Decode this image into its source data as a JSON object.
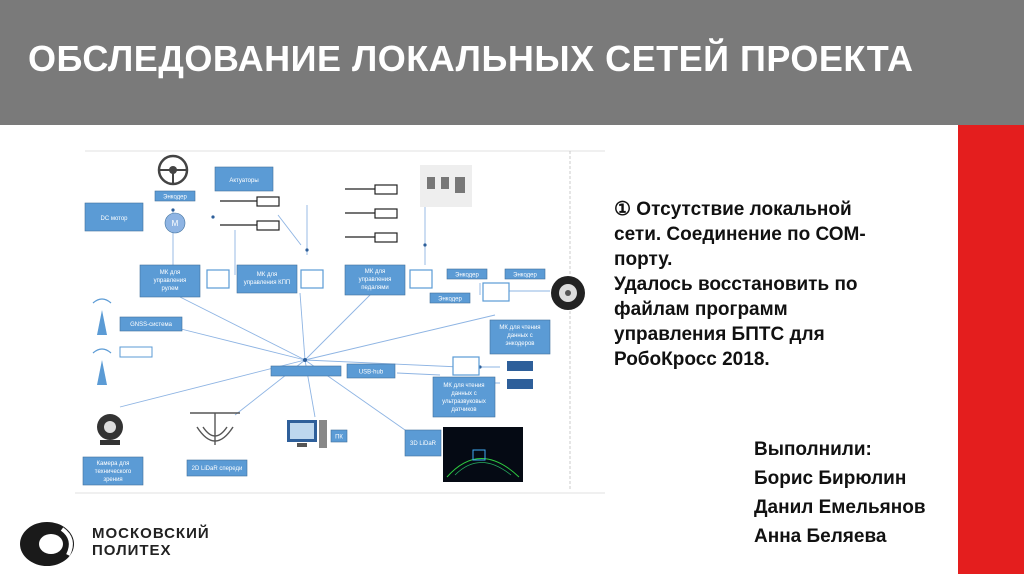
{
  "header": {
    "title": "ОБСЛЕДОВАНИЕ ЛОКАЛЬНЫХ СЕТЕЙ ПРОЕКТА"
  },
  "colors": {
    "header_bg": "#7a7a7a",
    "accent_red": "#e41e1e",
    "node_blue": "#5b9bd5",
    "line_blue": "#8eb4e3"
  },
  "diagram": {
    "encoder1": "Энкодер",
    "actuators": "Актуаторы",
    "dc_motor": "DC мотор",
    "motor_symbol": "M",
    "mk_steering": [
      "МК для",
      "управления",
      "рулем"
    ],
    "mk_gearbox": [
      "МК для",
      "управления КПП"
    ],
    "mk_pedals": [
      "МК для",
      "управления",
      "педалями"
    ],
    "encoder2": "Энкодер",
    "encoder3": "Энкодер",
    "encoder4": "Энкодер",
    "gnss": "GNSS-система",
    "mk_encoders": [
      "МК для чтения",
      "данных с",
      "энкодеров"
    ],
    "usb_hub": "USB-hub",
    "mk_ultrasonic": [
      "МК для чтения",
      "данных с",
      "ультразвуковых",
      "датчиков"
    ],
    "camera": [
      "Камера для",
      "технического",
      "зрения"
    ],
    "lidar2d": "2D LiDaR спереди",
    "pc": "ПК",
    "lidar3d": "3D LiDaR"
  },
  "main_text": [
    "① Отсутствие локальной",
    "сети. Соединение по СОМ-",
    "порту.",
    "Удалось восстановить по",
    "файлам программ",
    "управления БПТС для",
    "РобоКросс 2018."
  ],
  "authors": [
    "Выполнили:",
    "Борис Бирюлин",
    "Данил Емельянов",
    "Анна Беляева"
  ],
  "logo": {
    "line1": "МОСКОВСКИЙ",
    "line2": "ПОЛИТЕХ",
    "icon": "polytech-logo-icon"
  }
}
